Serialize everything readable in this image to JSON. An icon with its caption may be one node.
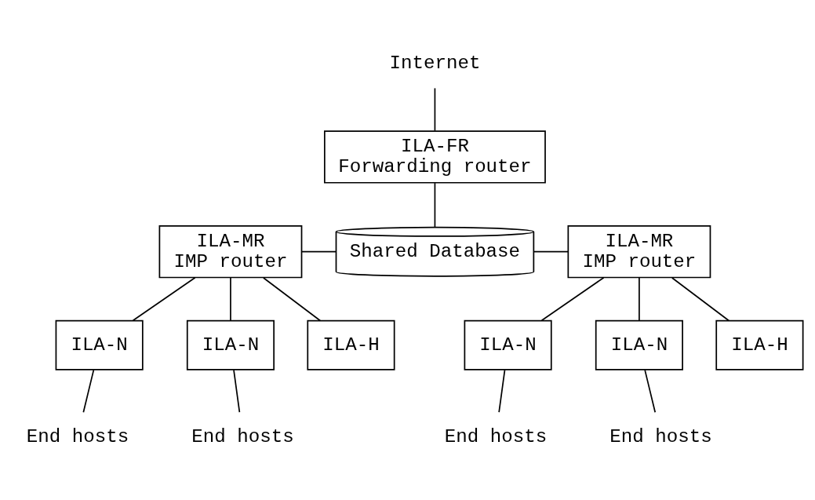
{
  "diagram": {
    "nodes": [
      {
        "text": [
          "Internet"
        ]
      },
      {
        "text": [
          "ILA-FR",
          "Forwarding router"
        ]
      },
      {
        "text": [
          "ILA-MR",
          "IMP router"
        ]
      },
      {
        "text": [
          "Shared Database"
        ]
      },
      {
        "text": [
          "ILA-MR",
          "IMP router"
        ]
      },
      {
        "text": [
          "ILA-N"
        ]
      },
      {
        "text": [
          "ILA-N"
        ]
      },
      {
        "text": [
          "ILA-H"
        ]
      },
      {
        "text": [
          "ILA-N"
        ]
      },
      {
        "text": [
          "ILA-N"
        ]
      },
      {
        "text": [
          "ILA-H"
        ]
      },
      {
        "text": [
          "End hosts"
        ]
      },
      {
        "text": [
          "End hosts"
        ]
      },
      {
        "text": [
          "End hosts"
        ]
      },
      {
        "text": [
          "End hosts"
        ]
      }
    ],
    "edges": [
      {
        "from": 0,
        "to": 1,
        "arrow": "none"
      },
      {
        "from": 1,
        "to": 3,
        "arrow": "none"
      },
      {
        "from": 2,
        "to": 3,
        "arrow": "none"
      },
      {
        "from": 3,
        "to": 4,
        "arrow": "none"
      },
      {
        "from": 2,
        "to": 5,
        "arrow": "none"
      },
      {
        "from": 2,
        "to": 6,
        "arrow": "none"
      },
      {
        "from": 2,
        "to": 7,
        "arrow": "none"
      },
      {
        "from": 4,
        "to": 8,
        "arrow": "none"
      },
      {
        "from": 4,
        "to": 9,
        "arrow": "none"
      },
      {
        "from": 4,
        "to": 10,
        "arrow": "none"
      },
      {
        "from": 5,
        "to": 11,
        "arrow": "none"
      },
      {
        "from": 6,
        "to": 12,
        "arrow": "none"
      },
      {
        "from": 8,
        "to": 13,
        "arrow": "none"
      },
      {
        "from": 9,
        "to": 14,
        "arrow": "none"
      }
    ]
  }
}
